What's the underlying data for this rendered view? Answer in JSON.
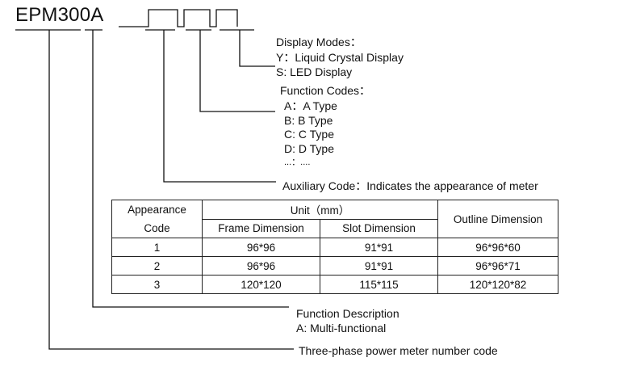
{
  "model_prefix": "EPM300A",
  "display_modes": {
    "heading": "Display Modes：",
    "items": [
      "Y：Liquid Crystal Display",
      "S: LED Display"
    ]
  },
  "function_codes": {
    "heading": "Function Codes：",
    "items": [
      "A：A Type",
      "B: B Type",
      "C: C Type",
      "D: D Type",
      "...：...."
    ]
  },
  "auxiliary_code": "Auxiliary Code：Indicates the appearance of meter",
  "table": {
    "appearance_code_label": [
      "Appearance",
      "Code"
    ],
    "unit_label": "Unit（mm）",
    "frame_label": "Frame Dimension",
    "slot_label": "Slot Dimension",
    "outline_label": "Outline Dimension",
    "rows": [
      {
        "code": "1",
        "frame": "96*96",
        "slot": "91*91",
        "outline": "96*96*60"
      },
      {
        "code": "2",
        "frame": "96*96",
        "slot": "91*91",
        "outline": "96*96*71"
      },
      {
        "code": "3",
        "frame": "120*120",
        "slot": "115*115",
        "outline": "120*120*82"
      }
    ]
  },
  "function_description": {
    "heading": "Function Description",
    "item": "A: Multi-functional"
  },
  "number_code": "Three-phase power meter number code"
}
